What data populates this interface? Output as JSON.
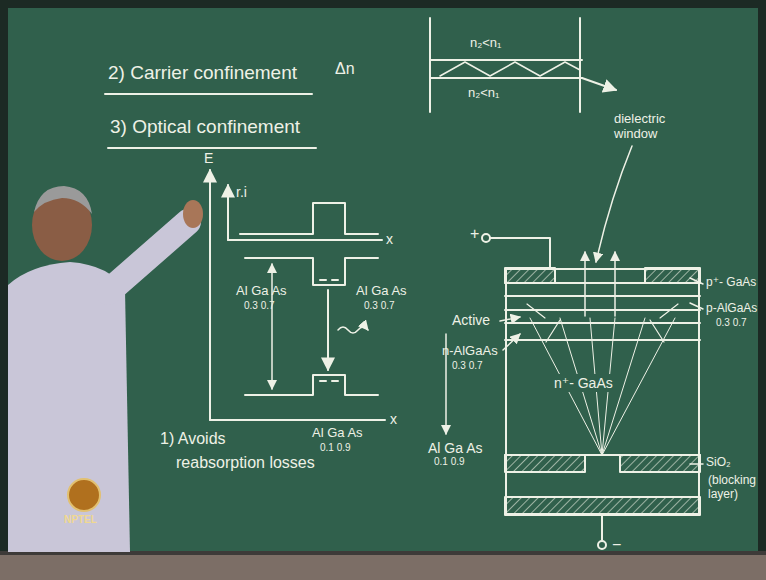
{
  "diagram": {
    "nodes": [
      {
        "text": [
          "n⁺- GaAs"
        ]
      }
    ],
    "labels": [
      "2) Carrier confinement",
      "Δn",
      "3) Optical confinement",
      "n₂<n₁",
      "n₂<n₁",
      "dielectric window",
      "+",
      "p⁺- GaAs",
      "p-AlGaAs",
      "0.3 0.7",
      "Active",
      "n-AlGaAs",
      "0.3 0.7",
      "Al Ga As",
      "0.1 0.9",
      "SiO₂",
      "(blocking layer)",
      "r.i",
      "x",
      "E",
      "Al Ga As",
      "0.3 0.7",
      "Al Ga As",
      "0.3 0.7",
      "x",
      "1) Avoids",
      "reabsorption losses",
      "Al Ga As",
      "0.1 0.9",
      "−",
      "NPTEL"
    ]
  }
}
